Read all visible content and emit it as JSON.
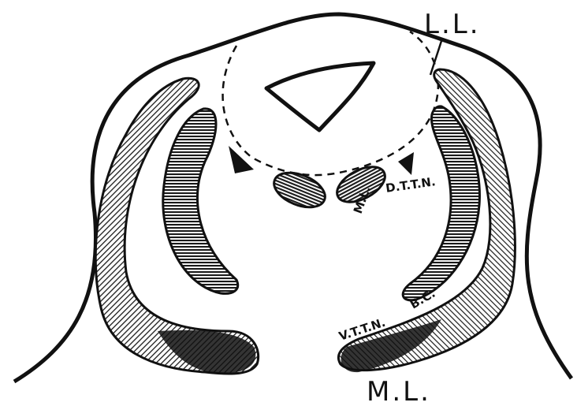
{
  "diagram": {
    "labels": {
      "ll_top": "L.L.",
      "ml_bottom": "M.L.",
      "ml_inner": "M.L.",
      "dttn": "D.T.T.N.",
      "bc": "B.C.",
      "vttn": "V.T.T.N."
    }
  }
}
